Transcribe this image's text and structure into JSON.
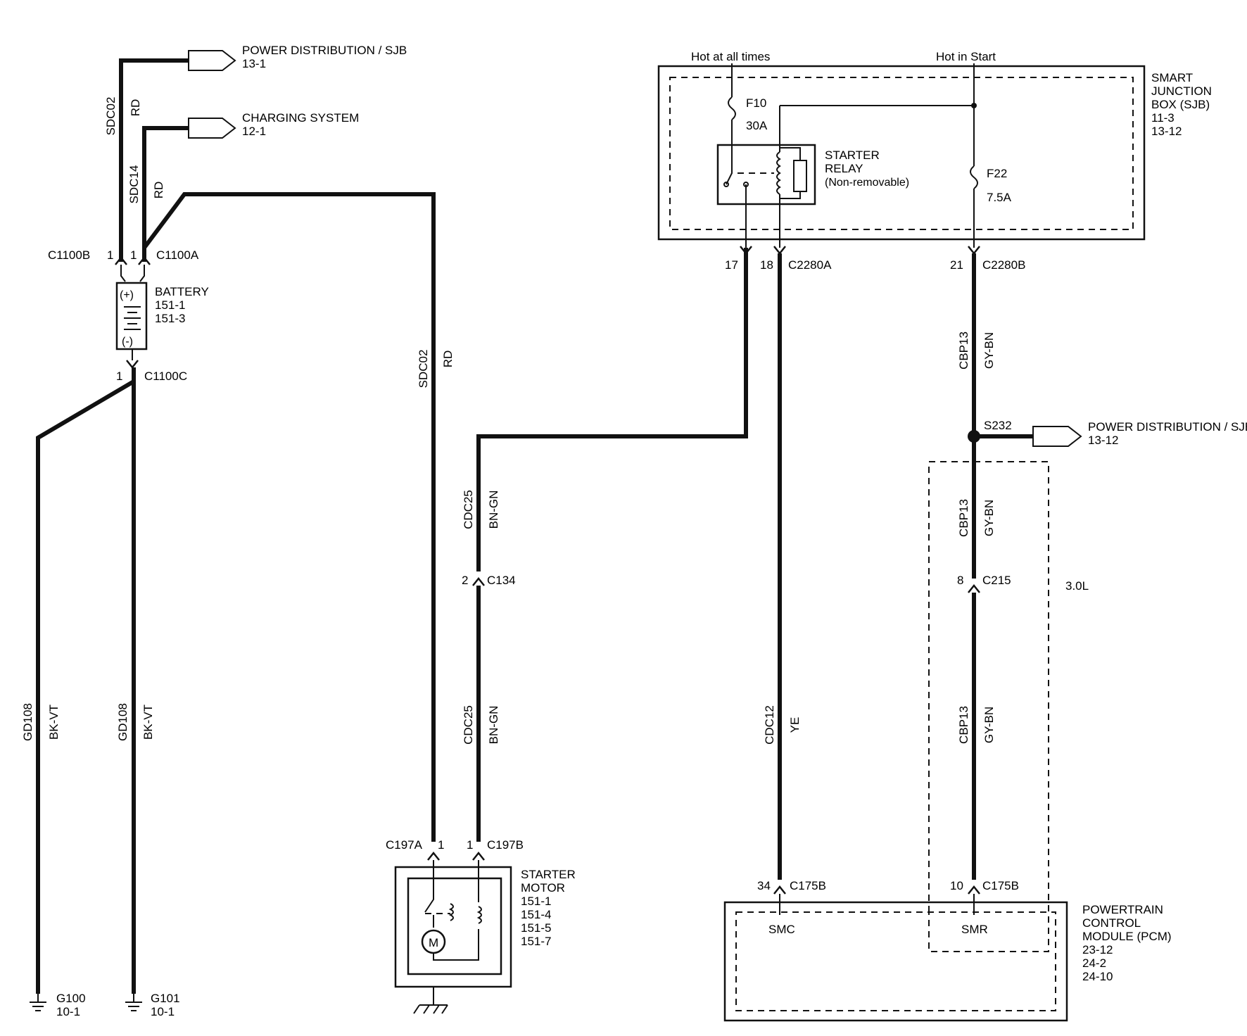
{
  "sjb": {
    "hot_at_all_times": "Hot at all times",
    "hot_in_start": "Hot in Start",
    "title_lines": [
      "SMART",
      "JUNCTION",
      "BOX (SJB)",
      "11-3",
      "13-12"
    ],
    "fuse_f10": "F10",
    "fuse_f10_rating": "30A",
    "fuse_f22": "F22",
    "fuse_f22_rating": "7.5A",
    "relay_lines": [
      "STARTER",
      "RELAY",
      "(Non-removable)"
    ]
  },
  "battery": {
    "title": "BATTERY",
    "refs": [
      "151-1",
      "151-3"
    ],
    "plus": "(+)",
    "minus": "(-)",
    "c1100b": "C1100B",
    "c1100b_pin": "1",
    "c1100a": "C1100A",
    "c1100a_pin": "1",
    "c1100c": "C1100C",
    "c1100c_pin": "1"
  },
  "flags": {
    "pd_sjb_top": {
      "title": "POWER DISTRIBUTION / SJB",
      "ref": "13-1"
    },
    "charging": {
      "title": "CHARGING SYSTEM",
      "ref": "12-1"
    },
    "pd_sjb_right": {
      "title": "POWER DISTRIBUTION / SJB",
      "ref": "13-12"
    }
  },
  "wires": {
    "sdc02_a": {
      "circuit": "SDC02",
      "color": "RD"
    },
    "sdc14": {
      "circuit": "SDC14",
      "color": "RD"
    },
    "sdc02_b": {
      "circuit": "SDC02",
      "color": "RD"
    },
    "gd108_a": {
      "circuit": "GD108",
      "color": "BK-VT"
    },
    "gd108_b": {
      "circuit": "GD108",
      "color": "BK-VT"
    },
    "cdc25_a": {
      "circuit": "CDC25",
      "color": "BN-GN"
    },
    "cdc25_b": {
      "circuit": "CDC25",
      "color": "BN-GN"
    },
    "cdc12": {
      "circuit": "CDC12",
      "color": "YE"
    },
    "cbp13_a": {
      "circuit": "CBP13",
      "color": "GY-BN"
    },
    "cbp13_b": {
      "circuit": "CBP13",
      "color": "GY-BN"
    },
    "cbp13_c": {
      "circuit": "CBP13",
      "color": "GY-BN"
    }
  },
  "connectors": {
    "c2280a": "C2280A",
    "c2280a_pin17": "17",
    "c2280a_pin18": "18",
    "c2280b": "C2280B",
    "c2280b_pin": "21",
    "c134": "C134",
    "c134_pin": "2",
    "c215": "C215",
    "c215_pin": "8",
    "c197a": "C197A",
    "c197a_pin": "1",
    "c197b": "C197B",
    "c197b_pin": "1",
    "c175b_left": "C175B",
    "c175b_left_pin": "34",
    "c175b_right": "C175B",
    "c175b_right_pin": "10",
    "splice": "S232"
  },
  "engine_option": "3.0L",
  "starter": {
    "lines": [
      "STARTER",
      "MOTOR",
      "151-1",
      "151-4",
      "151-5",
      "151-7"
    ],
    "motor_symbol": "M"
  },
  "pcm": {
    "lines": [
      "POWERTRAIN",
      "CONTROL",
      "MODULE (PCM)",
      "23-12",
      "24-2",
      "24-10"
    ],
    "smc": "SMC",
    "smr": "SMR"
  },
  "grounds": {
    "g100": {
      "name": "G100",
      "ref": "10-1"
    },
    "g101": {
      "name": "G101",
      "ref": "10-1"
    }
  }
}
